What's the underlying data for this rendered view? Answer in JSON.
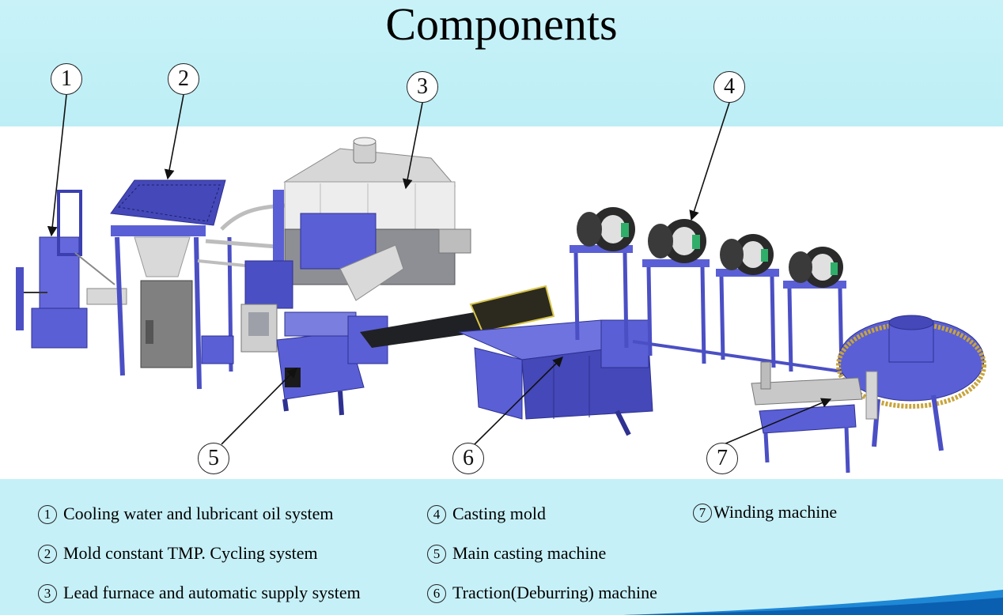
{
  "title": "Components",
  "callouts": [
    "1",
    "2",
    "3",
    "4",
    "5",
    "6",
    "7"
  ],
  "legend": [
    {
      "num": "1",
      "label": "Cooling water and lubricant oil system"
    },
    {
      "num": "2",
      "label": "Mold constant TMP. Cycling  system"
    },
    {
      "num": "3",
      "label": "Lead furnace and automatic supply system"
    },
    {
      "num": "4",
      "label": "Casting mold"
    },
    {
      "num": "5",
      "label": "Main casting machine"
    },
    {
      "num": "6",
      "label": "Traction(Deburring) machine"
    },
    {
      "num": "7",
      "label": "Winding machine"
    }
  ],
  "colors": {
    "band": "#c6f0f7",
    "machine_blue": "#5a5fd6",
    "machine_dark": "#2e3190",
    "frame_gray": "#c8c8c8",
    "accent_green": "#2fae6a"
  }
}
